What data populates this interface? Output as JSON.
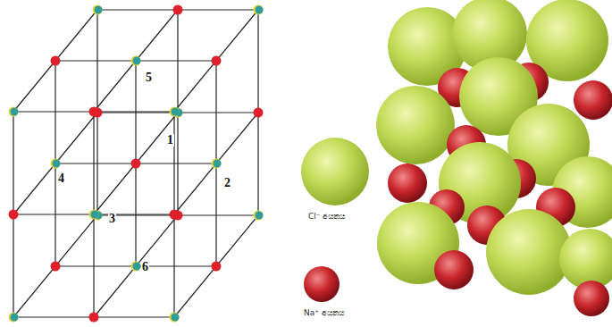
{
  "diagram": {
    "labels": [
      "5",
      "1",
      "4",
      "2",
      "3",
      "6",
      "Cl⁻ අයනය",
      "Na⁺ අයනය"
    ]
  }
}
